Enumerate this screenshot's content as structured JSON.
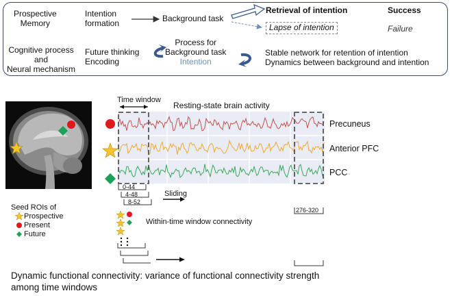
{
  "top_panel": {
    "prospective_memory": [
      "Prospective",
      "Memory"
    ],
    "intention_formation": [
      "Intention",
      "formation"
    ],
    "background_task": "Background task",
    "retrieval": "Retrieval of intention",
    "success": "Success",
    "lapse": "Lapse of intention",
    "failure": "Failure",
    "cognitive_process": [
      "Cognitive process",
      "and",
      "Neural mechanism"
    ],
    "future_thinking": [
      "Future thinking",
      "Encoding"
    ],
    "process_for": [
      "Process for",
      "Background task"
    ],
    "intention": "Intention",
    "stable_network": [
      "Stable network for retention of intention",
      "Dynamics between background and intention"
    ]
  },
  "bottom_panel": {
    "time_window": "Time window",
    "resting_state": "Resting-state brain activity",
    "regions": [
      "Precuneus",
      "Anterior PFC",
      "PCC"
    ],
    "windows": [
      "0-44",
      "4-48",
      "8-52"
    ],
    "last_window": "276-320",
    "sliding": "Sliding",
    "seed_title": "Seed ROIs of",
    "seeds": [
      "Prospective",
      "Present",
      "Future"
    ],
    "within": "Within-time window connectivity",
    "caption": [
      "Dynamic functional connectivity: variance of functional connectivity strength",
      "among time windows"
    ]
  },
  "colors": {
    "precuneus": "#c0504d",
    "apfc": "#f0a82c",
    "pcc": "#3aa65a",
    "star": "#f4c430",
    "circle": "#e0191e",
    "diamond": "#1aa15a",
    "border": "#3b4a66",
    "intention_text": "#6f8fb3"
  }
}
